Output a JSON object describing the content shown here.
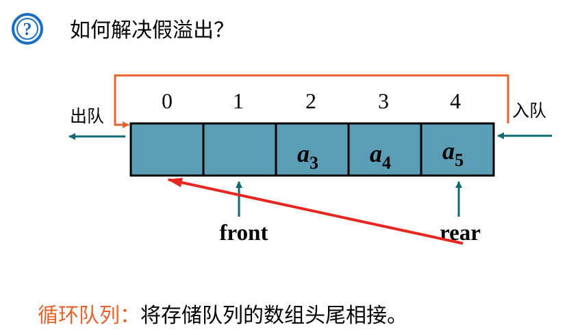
{
  "question_icon": {
    "glyph": "?",
    "name": "question-mark-icon",
    "color": "#1a6fc4"
  },
  "title": "如何解决假溢出？",
  "labels": {
    "dequeue": "出队",
    "enqueue": "入队",
    "front": "front",
    "rear": "rear"
  },
  "indices": [
    "0",
    "1",
    "2",
    "3",
    "4"
  ],
  "cells": [
    {
      "base": "",
      "sub": ""
    },
    {
      "base": "",
      "sub": ""
    },
    {
      "base": "a",
      "sub": "3"
    },
    {
      "base": "a",
      "sub": "4"
    },
    {
      "base": "a",
      "sub": "5"
    }
  ],
  "footer": {
    "term": "循环队列：",
    "definition": "将存储队列的数组头尾相接。"
  },
  "colors": {
    "cell_fill": "#5b9db5",
    "cell_border": "#000000",
    "arrow_teal": "#0e6b73",
    "wrap_line": "#e8622a",
    "red_arrow": "#e8261f",
    "footer_term": "#e8622a",
    "text": "#000000"
  }
}
